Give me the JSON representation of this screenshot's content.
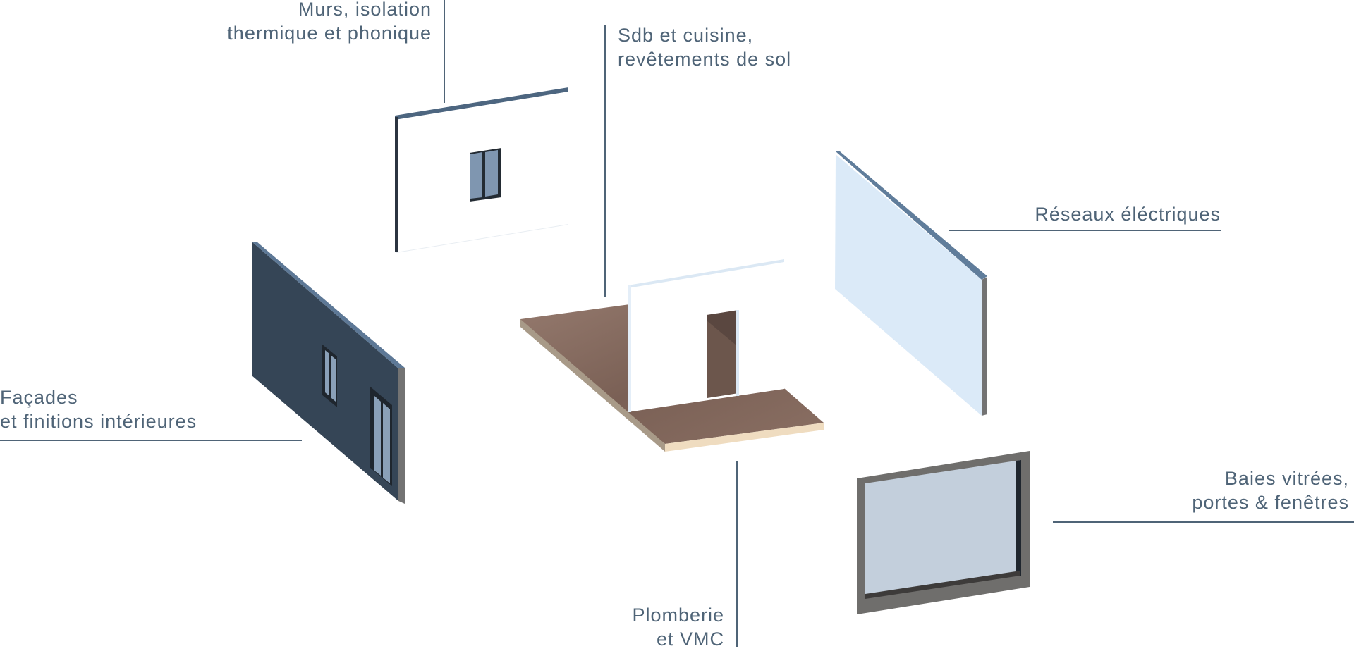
{
  "diagram": {
    "type": "exploded-isometric-house-components",
    "colors": {
      "label_text": "#4f6477",
      "leader_line": "#4f6477",
      "facade_wall": "#354556",
      "facade_edge": "#5d7896",
      "interior_wall": "#ffffff",
      "electrical_panel": "#dbeaf8",
      "electrical_edge": "#607d9b",
      "floor_top": "#8a6f63",
      "floor_edge": "#efdcc0",
      "window_frame": "#6f6e6c",
      "window_glass": "#c3cfdc",
      "glass_blue": "#7f96b0",
      "side_grey": "#737373"
    },
    "labels": {
      "murs": {
        "line1": "Murs, isolation",
        "line2": "thermique et phonique"
      },
      "sdb": {
        "line1": "Sdb et cuisine,",
        "line2": "revêtements de sol"
      },
      "reseaux": {
        "line1": "Réseaux éléctriques"
      },
      "facades": {
        "line1": "Façades",
        "line2": "et finitions intérieures"
      },
      "plomberie": {
        "line1": "Plomberie",
        "line2": "et VMC"
      },
      "baies": {
        "line1": "Baies vitrées,",
        "line2": "portes & fenêtres"
      }
    },
    "components": [
      {
        "id": "interior-wall-with-window",
        "label_ref": "murs"
      },
      {
        "id": "floor-slab-with-partition",
        "label_ref": "sdb"
      },
      {
        "id": "electrical-panel",
        "label_ref": "reseaux"
      },
      {
        "id": "facade-wall",
        "label_ref": "facades"
      },
      {
        "id": "plumbing",
        "label_ref": "plomberie"
      },
      {
        "id": "bay-window",
        "label_ref": "baies"
      }
    ]
  }
}
